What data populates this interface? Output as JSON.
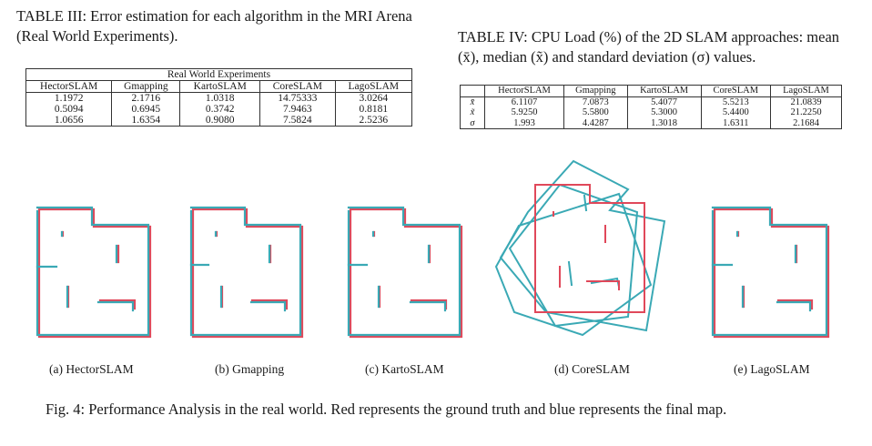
{
  "table3": {
    "caption": "TABLE III: Error estimation for each algorithm in the MRI Arena (Real World Experiments).",
    "group_header": "Real World Experiments",
    "columns": [
      "HectorSLAM",
      "Gmapping",
      "KartoSLAM",
      "CoreSLAM",
      "LagoSLAM"
    ],
    "rows": [
      [
        "1.1972",
        "2.1716",
        "1.0318",
        "14.75333",
        "3.0264"
      ],
      [
        "0.5094",
        "0.6945",
        "0.3742",
        "7.9463",
        "0.8181"
      ],
      [
        "1.0656",
        "1.6354",
        "0.9080",
        "7.5824",
        "2.5236"
      ]
    ]
  },
  "table4": {
    "caption": "TABLE IV: CPU Load (%) of the 2D SLAM approaches: mean (x̄), median (x̃) and standard deviation (σ) values.",
    "columns": [
      "HectorSLAM",
      "Gmapping",
      "KartoSLAM",
      "CoreSLAM",
      "LagoSLAM"
    ],
    "row_labels": [
      "x̄",
      "x̃",
      "σ"
    ],
    "rows": [
      [
        "6.1107",
        "7.0873",
        "5.4077",
        "5.5213",
        "21.0839"
      ],
      [
        "5.9250",
        "5.5800",
        "5.3000",
        "5.4400",
        "21.2250"
      ],
      [
        "1.993",
        "4.4287",
        "1.3018",
        "1.6311",
        "2.1684"
      ]
    ]
  },
  "figure": {
    "subcaptions": [
      "(a) HectorSLAM",
      "(b) Gmapping",
      "(c) KartoSLAM",
      "(d) CoreSLAM",
      "(e) LagoSLAM"
    ],
    "caption": "Fig. 4: Performance Analysis in the real world. Red represents the ground truth and blue represents the final map.",
    "colors": {
      "ground_truth": "#e0485a",
      "final_map": "#3aa9b5",
      "text": "#1a1a1a"
    }
  }
}
